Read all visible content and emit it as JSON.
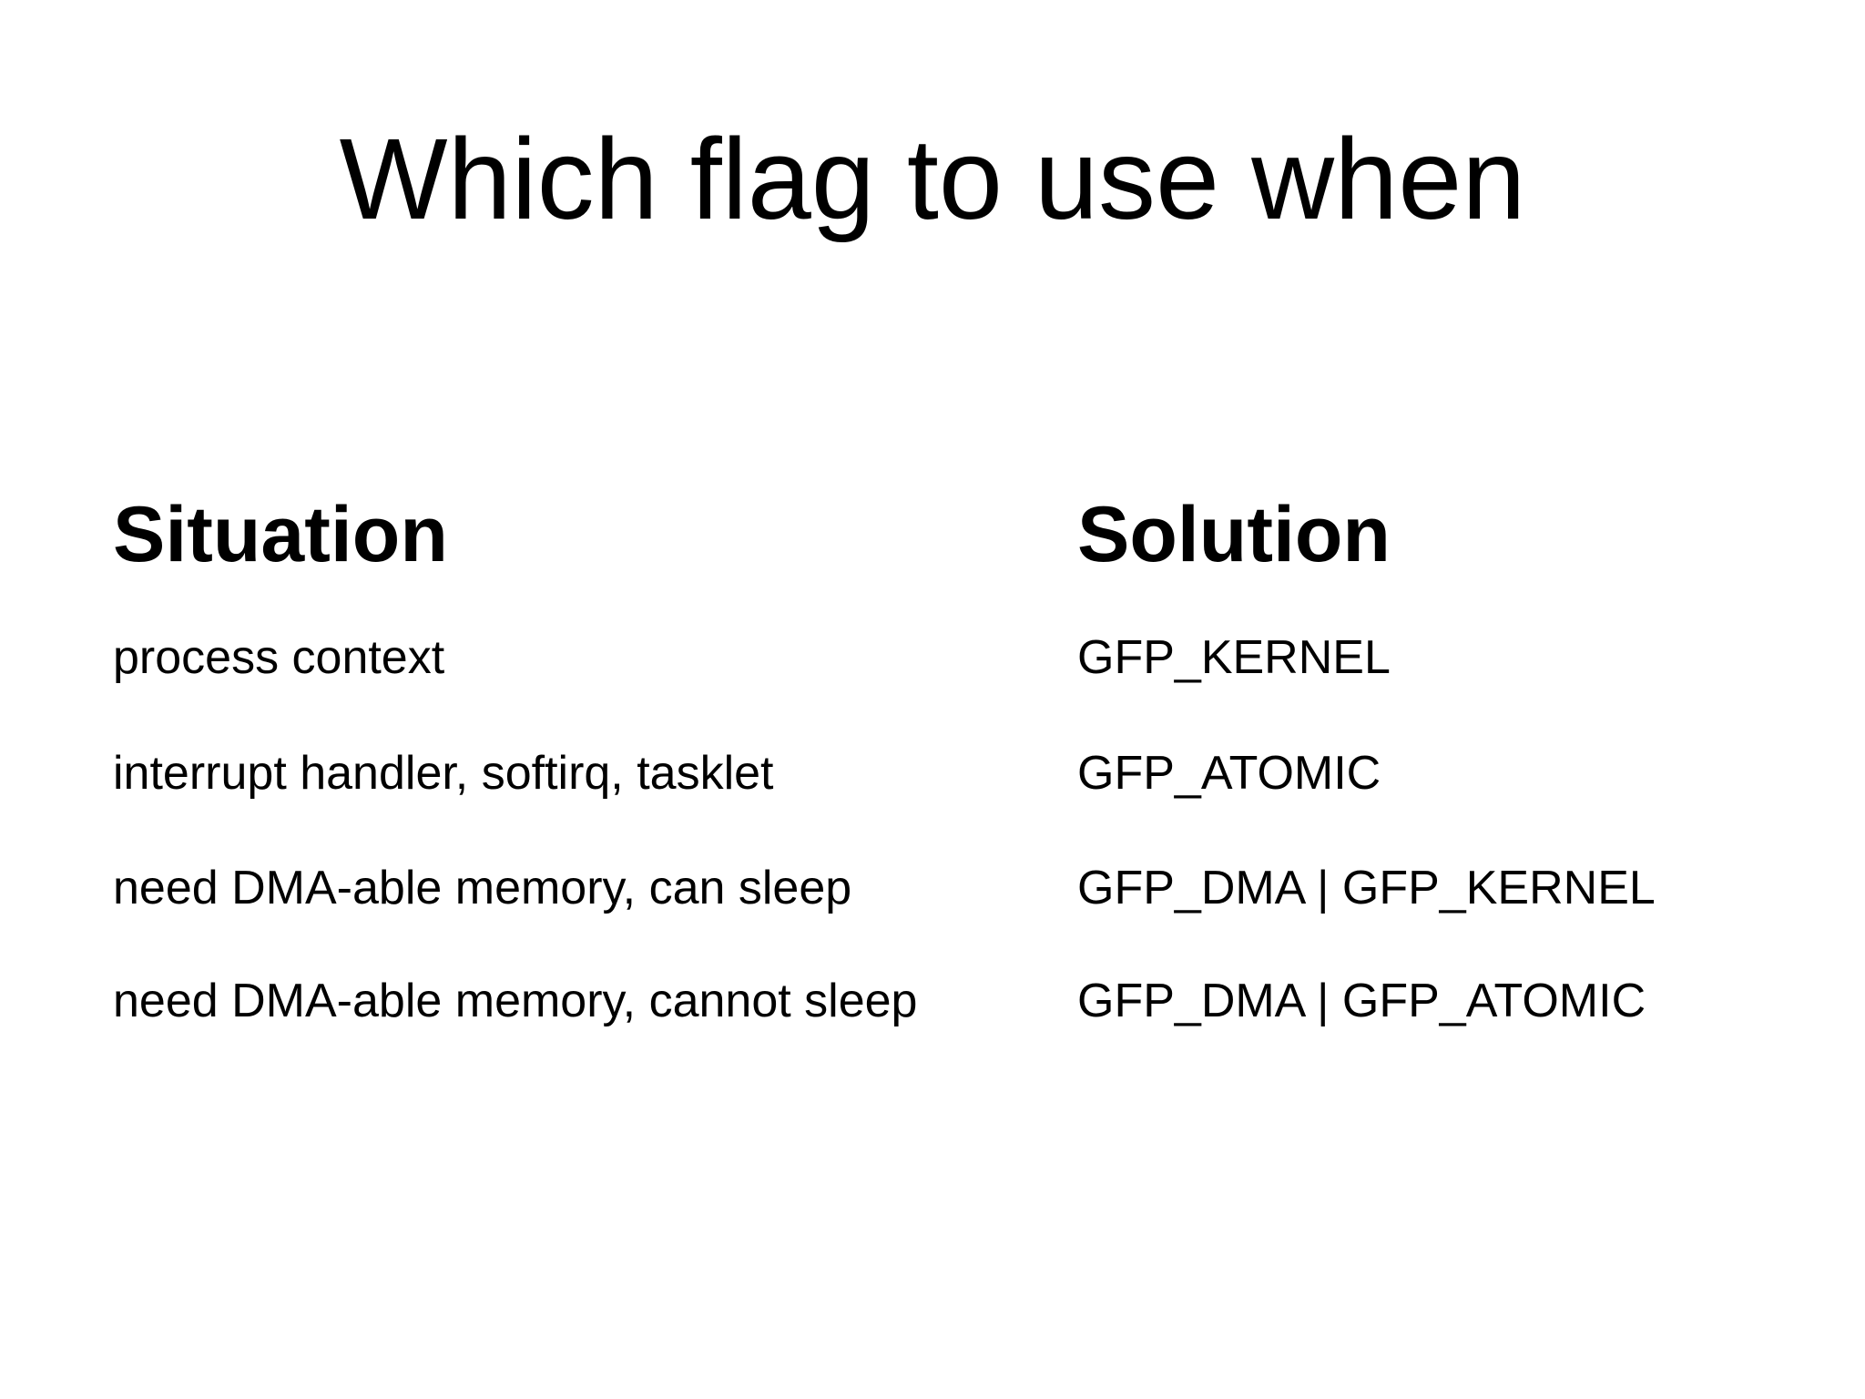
{
  "slide": {
    "title": "Which flag to use when",
    "table": {
      "headers": [
        "Situation",
        "Solution"
      ],
      "rows": [
        {
          "situation": "process context",
          "solution": "GFP_KERNEL"
        },
        {
          "situation": "interrupt handler, softirq, tasklet",
          "solution": "GFP_ATOMIC"
        },
        {
          "situation": "need DMA-able memory, can sleep",
          "solution": "GFP_DMA | GFP_KERNEL"
        },
        {
          "situation": "need DMA-able memory, cannot sleep",
          "solution": "GFP_DMA | GFP_ATOMIC"
        }
      ]
    },
    "colors": {
      "background": "#ffffff",
      "text": "#000000"
    }
  }
}
